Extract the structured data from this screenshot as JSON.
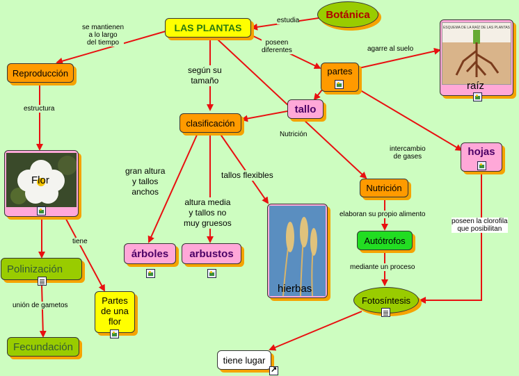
{
  "nodes": {
    "botanica": "Botánica",
    "plantas": "LAS PLANTAS",
    "reproduccion": "Reproducción",
    "partes": "partes",
    "raiz": "raíz",
    "raiz_image_title": "ESQUEMA DE LA RAÍZ DE LAS PLANTAS",
    "tallo": "tallo",
    "clasificacion": "clasificación",
    "hojas": "hojas",
    "flor": "Flor",
    "nutricion": "Nutrición",
    "autotrofos": "Autótrofos",
    "arboles": "árboles",
    "arbustos": "arbustos",
    "hierbas": "hierbas",
    "polinizacion": "Polinización",
    "partes_flor_1": "Partes",
    "partes_flor_2": "de una",
    "partes_flor_3": "flor",
    "fotosintesis": "Fotosíntesis",
    "fecundacion": "Fecundación",
    "tiene_lugar": "tiene lugar"
  },
  "labels": {
    "estudia": "estudia",
    "mantienen_1": "se mantienen",
    "mantienen_2": "a lo largo",
    "mantienen_3": "del tiempo",
    "poseen_1": "poseen",
    "poseen_2": "diferentes",
    "agarre": "agarre al suelo",
    "segun_1": "según su",
    "segun_2": "tamaño",
    "estructura": "estructura",
    "nutricion_link": "Nutrición",
    "intercambio_1": "intercambio",
    "intercambio_2": "de gases",
    "gran_1": "gran altura",
    "gran_2": "y tallos",
    "gran_3": "anchos",
    "flexibles": "tallos flexibles",
    "media_1": "altura media",
    "media_2": "y tallos no",
    "media_3": "muy gruesos",
    "elaboran": "elaboran su propio alimento",
    "clorofila_1": "poseen la clorofila",
    "clorofila_2": "que posibilitan",
    "tiene": "tiene",
    "proceso": "mediante un proceso",
    "gametos": "unión de gametos"
  },
  "colors": {
    "background": "#cdfdc0",
    "arrow": "#e81010",
    "orange": "#ff9a00",
    "pink": "#ffa8d8",
    "green": "#22dd22",
    "olive": "#99cc00",
    "yellow": "#ffff00",
    "shadow": "#f5a300"
  }
}
